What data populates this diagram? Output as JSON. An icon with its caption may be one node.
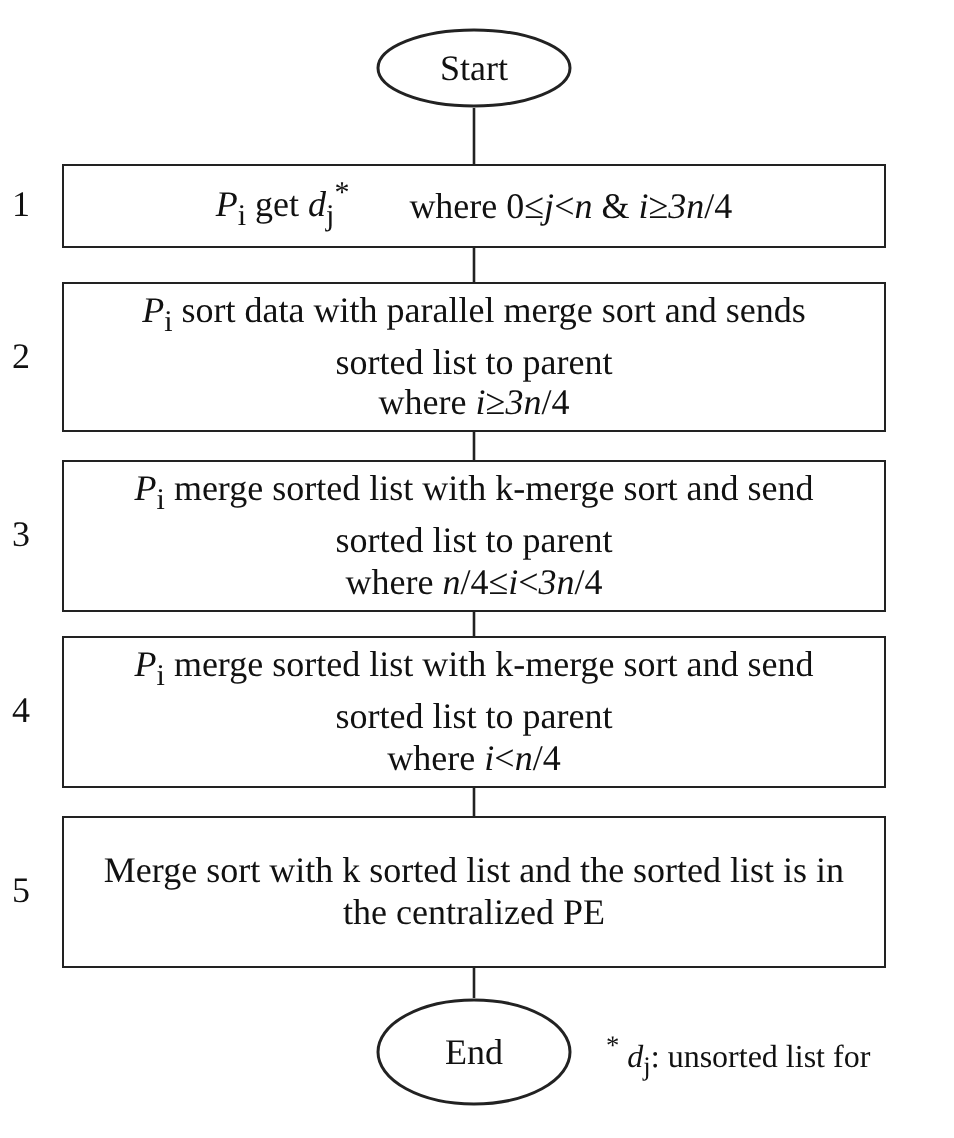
{
  "diagram": {
    "nodes": [
      {
        "text": [
          "Start"
        ]
      },
      {
        "text": [
          "*P*$_{i}$ get *d*$_{j}$$^{*}$",
          "where 0≤*j*<*n* & *i*≥*3n*/4"
        ],
        "beside": [
          "1"
        ]
      },
      {
        "text": [
          "*P*$_{i}$ sort data with parallel merge sort and sends sorted list to parent",
          "where *i*≥*3n*/4"
        ],
        "beside": [
          "2"
        ]
      },
      {
        "text": [
          "*P*$_{i}$ merge sorted list with k-merge sort and send sorted list to parent",
          "where *n*/4≤*i*<*3n*/4"
        ],
        "beside": [
          "3"
        ]
      },
      {
        "text": [
          "*P*$_{i}$ merge sorted list with k-merge sort and send sorted list to parent",
          "where *i*<*n*/4"
        ],
        "beside": [
          "4"
        ]
      },
      {
        "text": [
          "Merge sort with k sorted list and the sorted list is in the centralized PE"
        ],
        "beside": [
          "5"
        ]
      },
      {
        "text": [
          "End"
        ]
      }
    ],
    "edges": [
      {
        "from": 0,
        "to": 1,
        "arrow": "none"
      },
      {
        "from": 1,
        "to": 2,
        "arrow": "none"
      },
      {
        "from": 2,
        "to": 3,
        "arrow": "none"
      },
      {
        "from": 3,
        "to": 4,
        "arrow": "none"
      },
      {
        "from": 4,
        "to": 5,
        "arrow": "none"
      },
      {
        "from": 5,
        "to": 6,
        "arrow": "none"
      }
    ],
    "labels": [
      "$^{*}$ *d*$_{j}$: unsorted list for"
    ]
  }
}
